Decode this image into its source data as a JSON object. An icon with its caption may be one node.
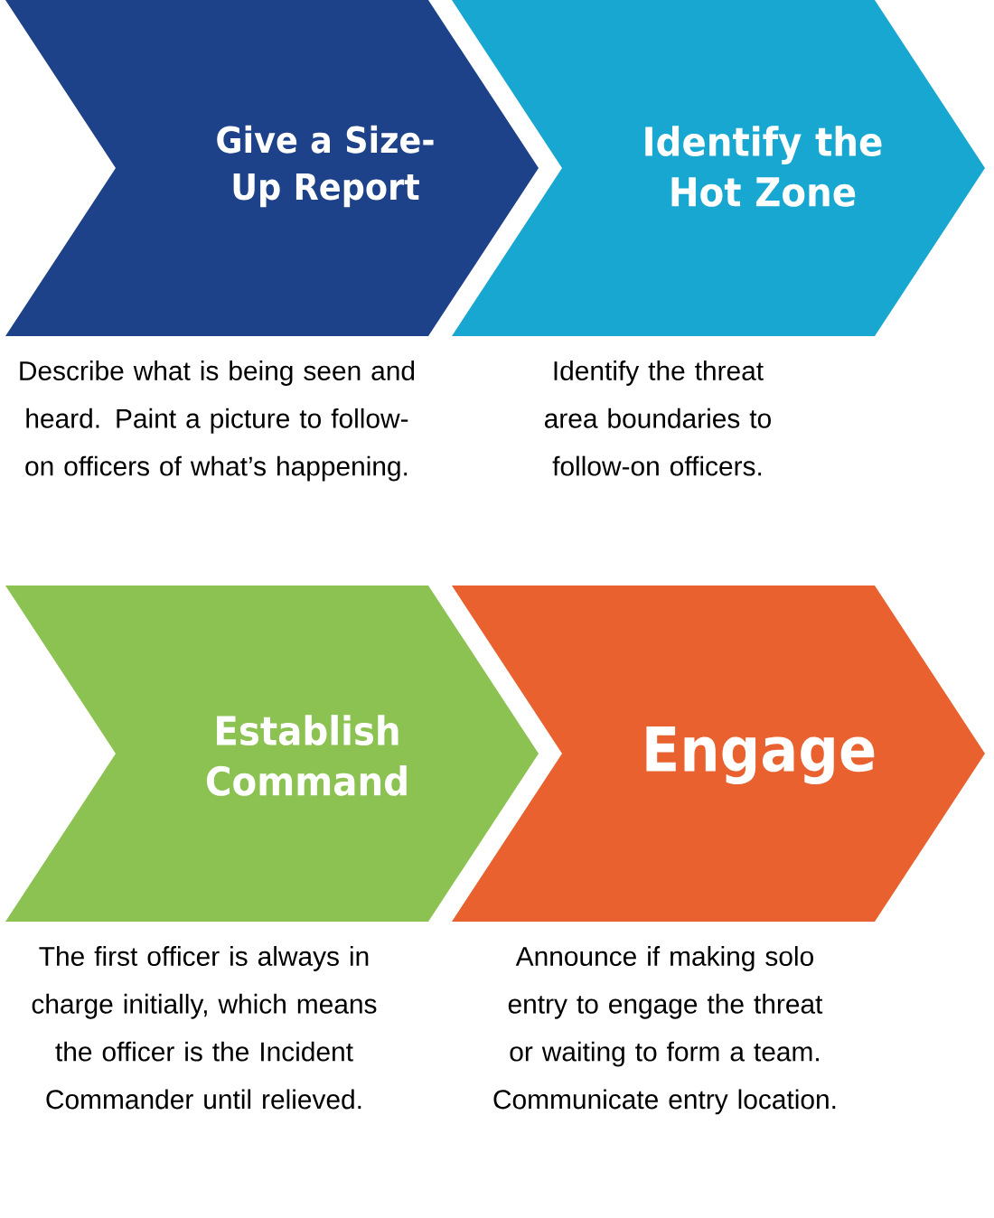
{
  "diagram": {
    "nodes": [
      {
        "text": [
          "Give a Size-Up Report"
        ],
        "beside": [
          "Describe what is being seen and heard. Paint a picture to follow-on officers of what’s happening."
        ]
      },
      {
        "text": [
          "Identify the Hot Zone"
        ],
        "beside": [
          "Identify the threat area boundaries to follow-on officers."
        ]
      },
      {
        "text": [
          "Establish Command"
        ],
        "beside": [
          "The first officer is always in charge initially, which means the officer is the Incident Commander until relieved."
        ]
      },
      {
        "text": [
          "Engage"
        ],
        "beside": [
          "Announce if making solo entry to engage the threat or waiting to form a team. Communicate entry location."
        ]
      }
    ],
    "edges": []
  }
}
